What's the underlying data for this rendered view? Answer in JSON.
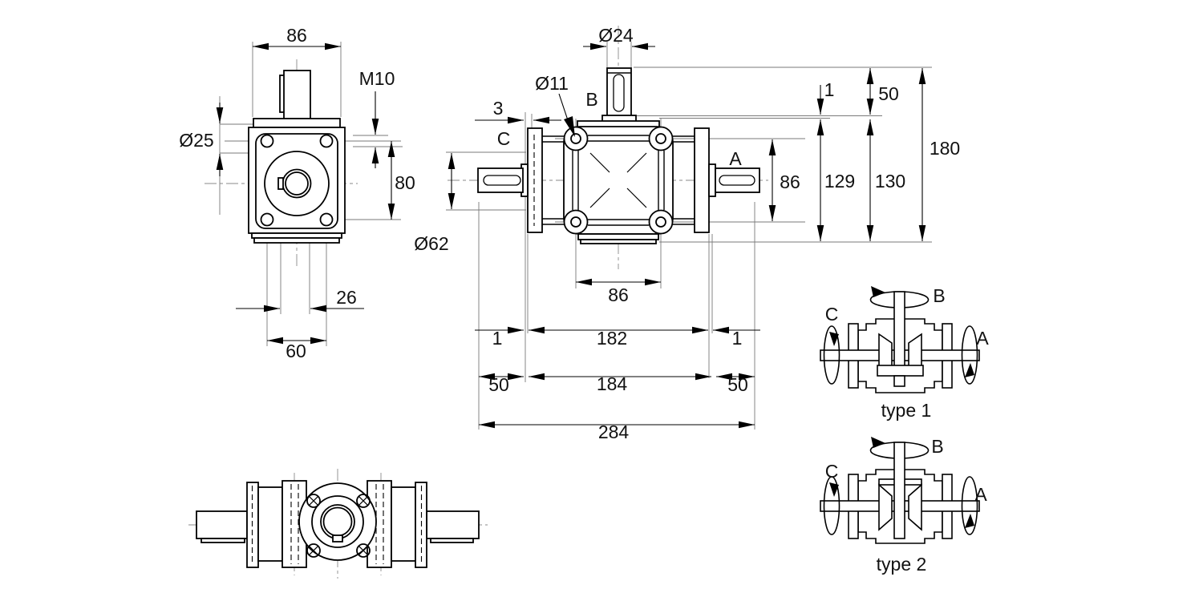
{
  "colors": {
    "background": "#ffffff",
    "line": "#000000",
    "centerline": "#8a8a8a"
  },
  "views": {
    "side": {
      "dim_width_top": "86",
      "dim_thread": "M10",
      "dim_bore": "Ø25",
      "dim_hole_spacing_v": "80",
      "dim_keyway": "26",
      "dim_hole_spacing_h": "60"
    },
    "front": {
      "label_shaft_top": "B",
      "label_shaft_left": "C",
      "label_shaft_right": "A",
      "dim_shaft_b_dia": "Ø24",
      "dim_hole_dia": "Ø11",
      "dim_flange_offset": "3",
      "dim_boss_dia": "Ø62",
      "dim_hole_spacing_h": "86",
      "dim_hole_spacing_v": "86",
      "dim_gap_top": "1",
      "dim_shaft_b_len": "50",
      "dim_total_height": "180",
      "dim_height_129": "129",
      "dim_height_130": "130",
      "dim_gap_left": "1",
      "dim_flange_span": "182",
      "dim_gap_right": "1",
      "dim_shaft_c_len": "50",
      "dim_body_span": "184",
      "dim_shaft_a_len": "50",
      "dim_total_width": "284"
    },
    "type1": {
      "label_shaft_top": "B",
      "label_shaft_left": "C",
      "label_shaft_right": "A",
      "caption": "type 1"
    },
    "type2": {
      "label_shaft_top": "B",
      "label_shaft_left": "C",
      "label_shaft_right": "A",
      "caption": "type 2"
    }
  }
}
